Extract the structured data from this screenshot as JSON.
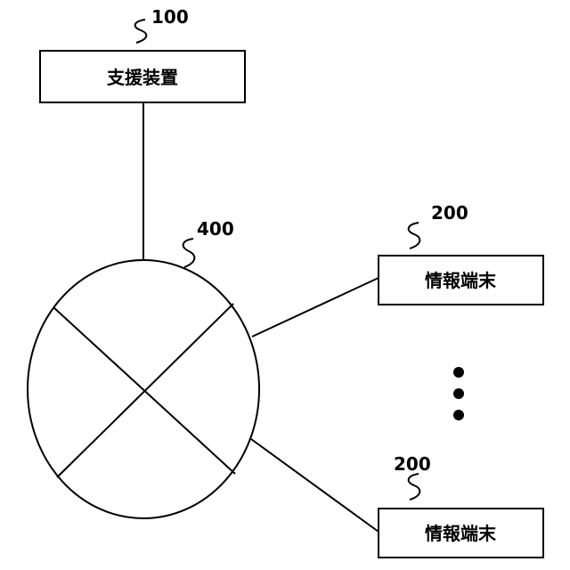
{
  "support_device": {
    "ref": "100",
    "label": "支援装置"
  },
  "network": {
    "ref": "400"
  },
  "terminal_top": {
    "ref": "200",
    "label": "情報端末"
  },
  "terminal_bottom": {
    "ref": "200",
    "label": "情報端末"
  }
}
